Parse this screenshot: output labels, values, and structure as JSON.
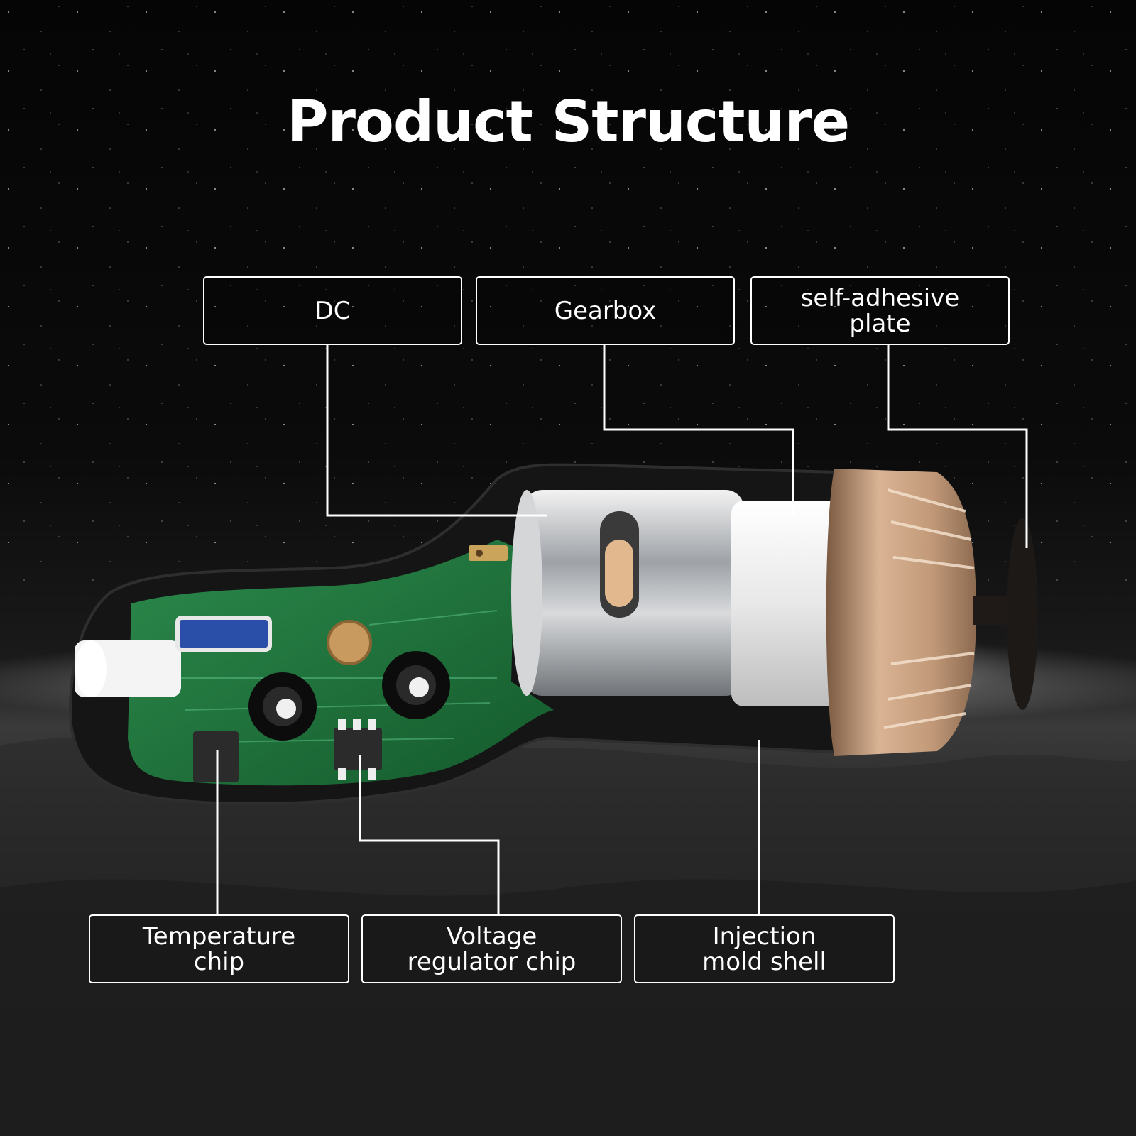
{
  "title": "Product Structure",
  "labels": {
    "dc": "DC",
    "gearbox": "Gearbox",
    "self_adhesive_plate": "self-adhesive\nplate",
    "temperature_chip": "Temperature\nchip",
    "voltage_regulator_chip": "Voltage\nregulator chip",
    "injection_mold_shell": "Injection\nmold shell"
  },
  "colors": {
    "background": "#050505",
    "text": "#ffffff",
    "pcb": "#1f6b3a",
    "shell": "#111111",
    "motor": "#b9bcc0",
    "cap": "#c79f7e"
  }
}
